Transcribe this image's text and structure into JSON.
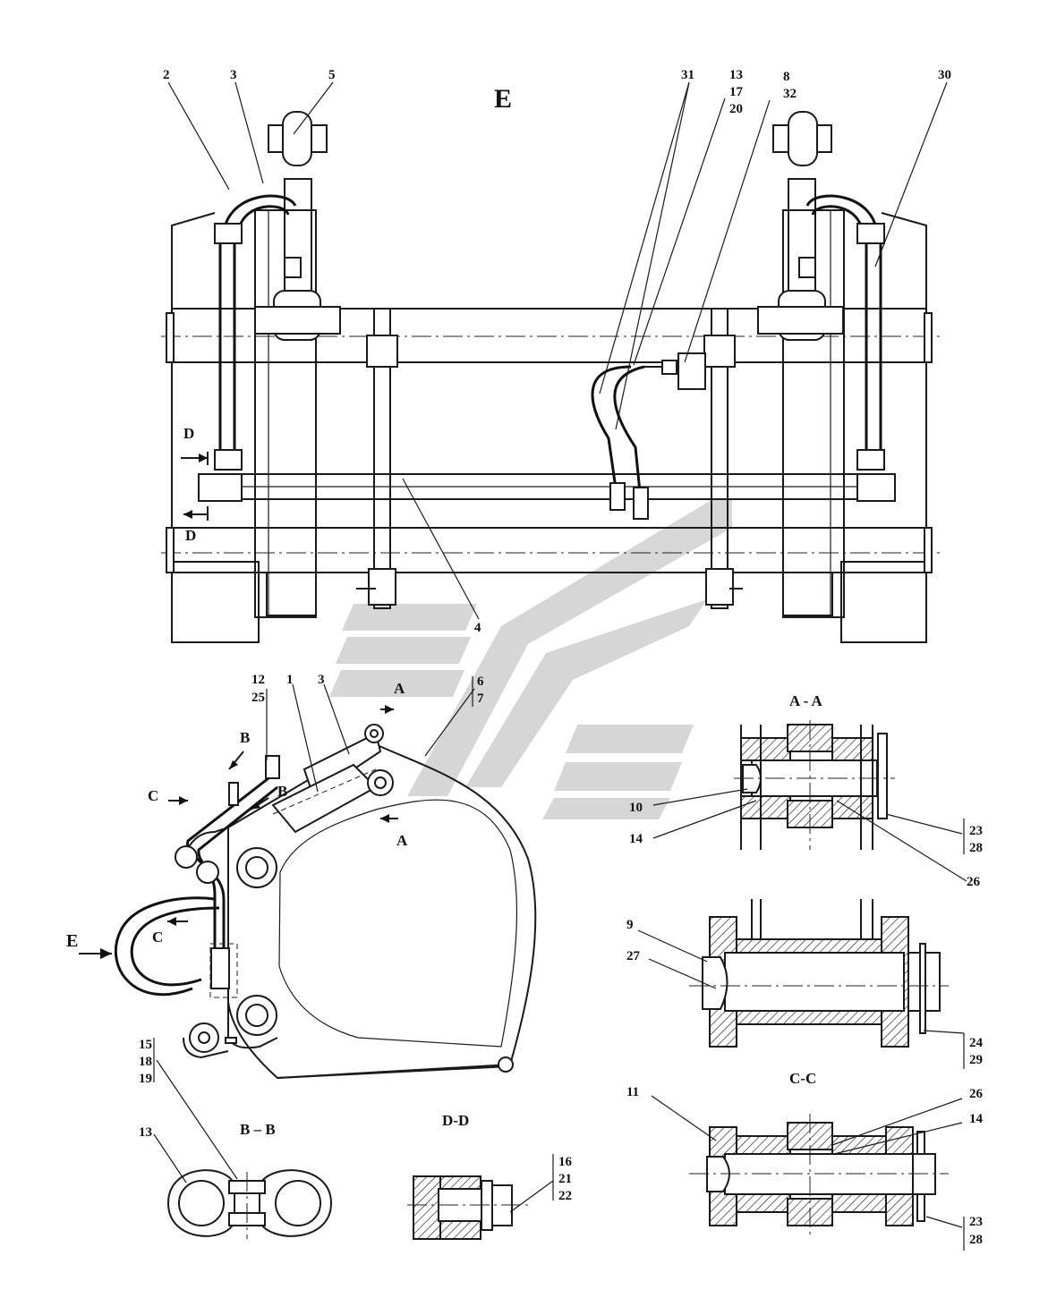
{
  "view_title": "E",
  "view_arrow_label": "E",
  "section_labels": {
    "aa": "A - A",
    "bb": "B – B",
    "cc": "C-C",
    "dd": "D-D"
  },
  "cut_markers": {
    "a_top": "A",
    "a_bottom": "A",
    "b_1": "B",
    "b_2": "B",
    "c_1": "C",
    "c_2": "C",
    "d_1": "D",
    "d_2": "D"
  },
  "top_view_callouts": [
    "2",
    "3",
    "5",
    "31",
    "13",
    "17",
    "20",
    "8",
    "32",
    "30",
    "4"
  ],
  "side_view_callouts": [
    "12",
    "25",
    "1",
    "3",
    "6",
    "7",
    "15",
    "18",
    "19"
  ],
  "aa_callouts": [
    "10",
    "14",
    "23",
    "28",
    "26"
  ],
  "mid_callouts": [
    "9",
    "27",
    "24",
    "29"
  ],
  "cc_callouts": [
    "11",
    "26",
    "14",
    "23",
    "28"
  ],
  "bb_callouts": [
    "13"
  ],
  "dd_callouts": [
    "16",
    "21",
    "22"
  ],
  "colors": {
    "line": "#1a1a1a",
    "watermark": "#c9c9c9",
    "background": "#ffffff"
  }
}
